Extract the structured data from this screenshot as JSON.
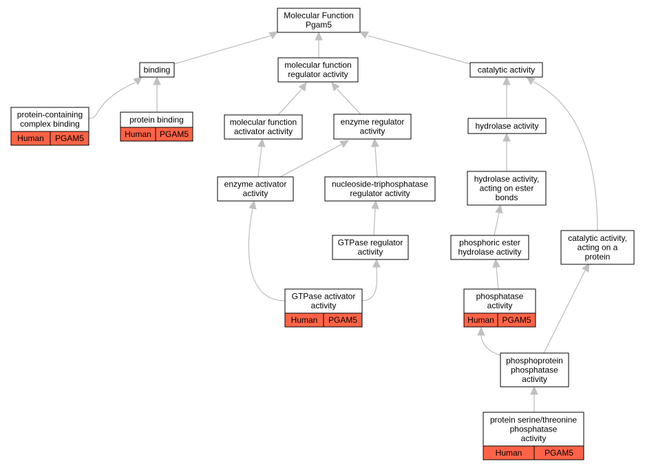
{
  "colors": {
    "edge": "#c0c0c0",
    "annotation_fill": "#ff6347",
    "node_fill": "#ffffff",
    "node_border": "#000000"
  },
  "nodes": {
    "root": {
      "lines": [
        "Molecular Function",
        "Pgam5"
      ]
    },
    "binding": {
      "lines": [
        "binding"
      ]
    },
    "mf_regulator": {
      "lines": [
        "molecular function",
        "regulator activity"
      ]
    },
    "catalytic": {
      "lines": [
        "catalytic activity"
      ]
    },
    "protein_complex_binding": {
      "lines": [
        "protein-containing",
        "complex binding"
      ],
      "annotation": [
        "Human",
        "PGAM5"
      ]
    },
    "protein_binding": {
      "lines": [
        "protein binding"
      ],
      "annotation": [
        "Human",
        "PGAM5"
      ]
    },
    "mf_activator": {
      "lines": [
        "molecular function",
        "activator activity"
      ]
    },
    "enzyme_regulator": {
      "lines": [
        "enzyme regulator",
        "activity"
      ]
    },
    "hydrolase": {
      "lines": [
        "hydrolase activity"
      ]
    },
    "enzyme_activator": {
      "lines": [
        "enzyme activator",
        "activity"
      ]
    },
    "ntpase_regulator": {
      "lines": [
        "nucleoside-triphosphatase",
        "regulator activity"
      ]
    },
    "hydrolase_ester": {
      "lines": [
        "hydrolase activity,",
        "acting on ester",
        "bonds"
      ]
    },
    "gtpase_regulator": {
      "lines": [
        "GTPase regulator",
        "activity"
      ]
    },
    "phosphoric_ester": {
      "lines": [
        "phosphoric ester",
        "hydrolase activity"
      ]
    },
    "catalytic_protein": {
      "lines": [
        "catalytic activity,",
        "acting on a",
        "protein"
      ]
    },
    "gtpase_activator": {
      "lines": [
        "GTPase activator",
        "activity"
      ],
      "annotation": [
        "Human",
        "PGAM5"
      ]
    },
    "phosphatase": {
      "lines": [
        "phosphatase",
        "activity"
      ],
      "annotation": [
        "Human",
        "PGAM5"
      ]
    },
    "phosphoprotein_phosphatase": {
      "lines": [
        "phosphoprotein",
        "phosphatase",
        "activity"
      ]
    },
    "ser_thr_phosphatase": {
      "lines": [
        "protein serine/threonine",
        "phosphatase",
        "activity"
      ],
      "annotation": [
        "Human",
        "PGAM5"
      ]
    }
  }
}
